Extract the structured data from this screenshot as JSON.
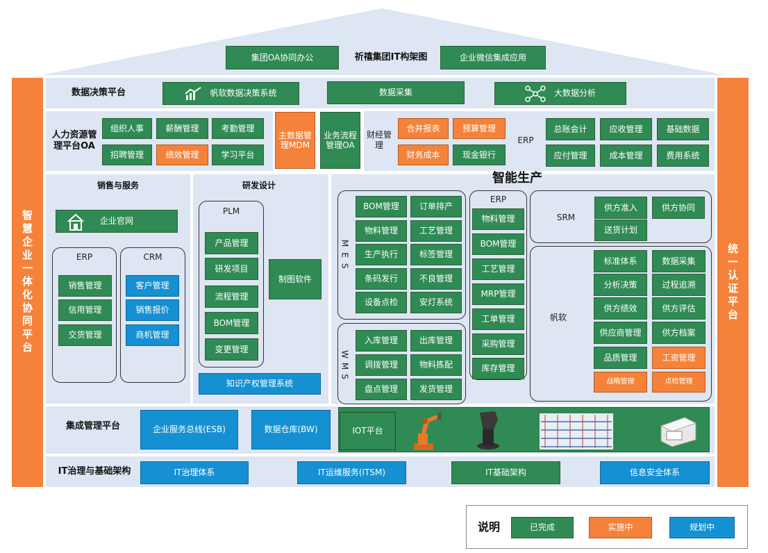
{
  "title": "祈禧集团IT构架图",
  "roof": {
    "oa": "集团OA协同办公",
    "wechat": "企业微信集成应用"
  },
  "left_side": "智慧企业一体化协同平台",
  "right_side": "统一认证平台",
  "decision": {
    "label": "数据决策平台",
    "bi": "帆软数据决策系统",
    "collect": "数据采集",
    "bigdata": "大数据分析"
  },
  "hr": {
    "label": "人力资源管理平台OA",
    "items": [
      "组织人事",
      "薪酬管理",
      "考勤管理",
      "招聘管理",
      "绩效管理",
      "学习平台"
    ]
  },
  "mdm": "主数据管理MDM",
  "bpm": "业务流程管理OA",
  "finance": {
    "label": "财经管理",
    "items": [
      "合并报表",
      "预算管理",
      "财务成本",
      "现金银行"
    ]
  },
  "erp_top": {
    "label": "ERP",
    "items": [
      "总账会计",
      "应收管理",
      "基础数据",
      "应付管理",
      "成本管理",
      "费用系统"
    ]
  },
  "sales": {
    "title": "销售与服务",
    "website": "企业官网",
    "erp_title": "ERP",
    "erp_items": [
      "销售管理",
      "信用管理",
      "交货管理"
    ],
    "crm_title": "CRM",
    "crm_items": [
      "客户管理",
      "销售报价",
      "商机管理"
    ]
  },
  "rd": {
    "title": "研发设计",
    "plm_title": "PLM",
    "plm_items": [
      "产品管理",
      "研发项目",
      "流程管理",
      "BOM管理",
      "变更管理"
    ],
    "cad": "制图软件",
    "ip": "知识产权管理系统"
  },
  "smart": {
    "title": "智能生产",
    "mes_label": "MES",
    "mes_items": [
      "BOM管理",
      "订单排产",
      "物料管理",
      "工艺管理",
      "生产执行",
      "标签管理",
      "条码发行",
      "不良管理",
      "设备点检",
      "安灯系统"
    ],
    "wms_label": "WMS",
    "wms_items": [
      "入库管理",
      "出库管理",
      "调拨管理",
      "物料拣配",
      "盘点管理",
      "发货管理"
    ],
    "erp_title": "ERP",
    "erp_items": [
      "物料管理",
      "BOM管理",
      "工艺管理",
      "MRP管理",
      "工单管理",
      "采购管理",
      "库存管理"
    ],
    "srm_label": "SRM",
    "srm_items": [
      "供方准入",
      "供方协同",
      "送货计划"
    ],
    "fr_label": "帆软",
    "fr_items": [
      "标准体系",
      "数据采集",
      "分析决策",
      "过程追溯",
      "供方绩效",
      "供方评估",
      "供应商管理",
      "供方档案",
      "品质管理",
      "工资管理",
      "战略管理",
      "点检管理"
    ]
  },
  "integration": {
    "label": "集成管理平台",
    "esb": "企业服务总线(ESB)",
    "bw": "数据仓库(BW)",
    "iot": "IOT平台"
  },
  "it": {
    "label": "IT治理与基础架构",
    "items": [
      "IT治理体系",
      "IT运维服务(ITSM)",
      "IT基础架构",
      "信息安全体系"
    ]
  },
  "legend": {
    "title": "说明",
    "done": "已完成",
    "doing": "实施中",
    "plan": "规划中"
  },
  "colors": {
    "done": "#2f8a54",
    "doing": "#f5823a",
    "plan": "#1590d2",
    "panel": "#dde6f2"
  }
}
